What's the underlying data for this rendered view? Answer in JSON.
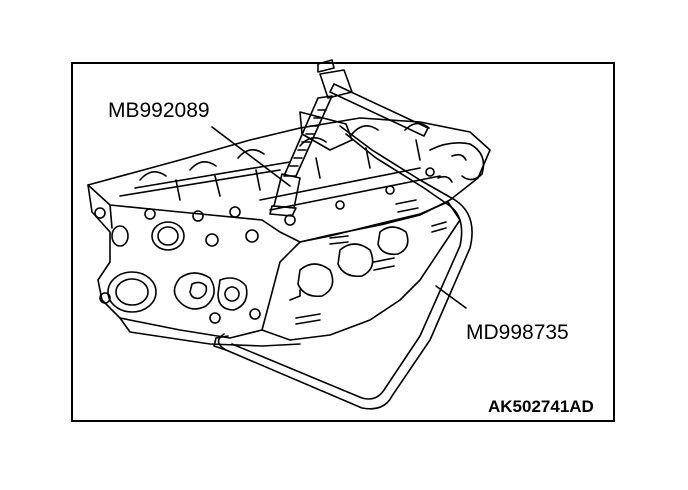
{
  "labels": {
    "tool_top": "MB992089",
    "tool_frame": "MD998735",
    "figure_code": "AK502741AD"
  },
  "colors": {
    "ink": "#000000",
    "paper": "#ffffff"
  }
}
